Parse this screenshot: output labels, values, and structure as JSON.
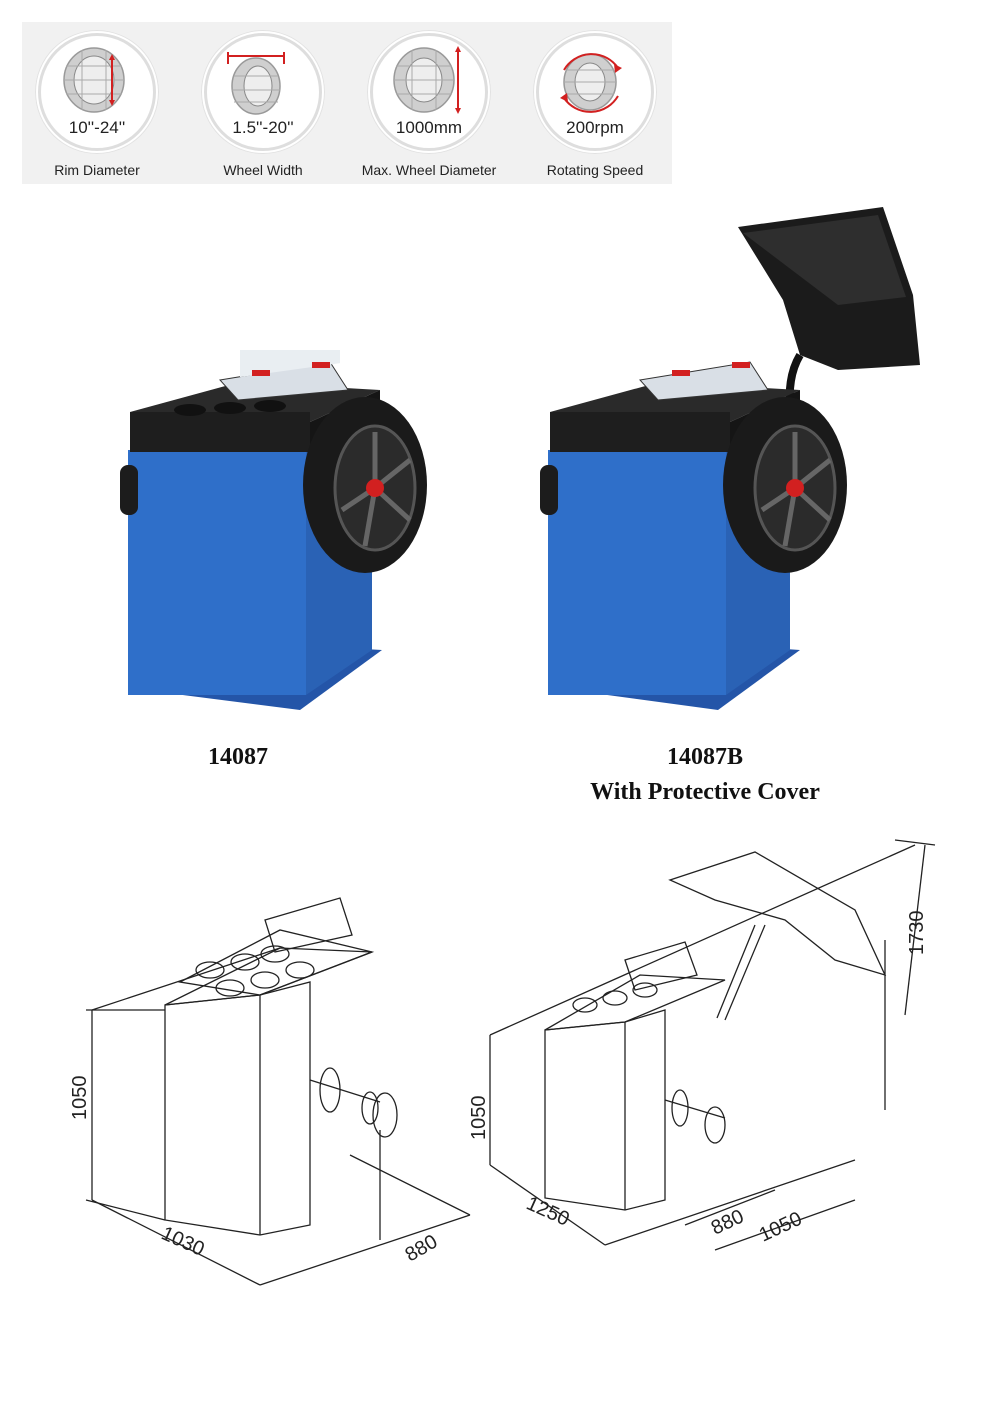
{
  "specs": [
    {
      "value": "10''-24''",
      "label": "Rim Diameter",
      "icon": "rim-diameter-icon"
    },
    {
      "value": "1.5''-20''",
      "label": "Wheel Width",
      "icon": "wheel-width-icon"
    },
    {
      "value": "1000mm",
      "label": "Max. Wheel Diameter",
      "icon": "wheel-diameter-icon"
    },
    {
      "value": "200rpm",
      "label": "Rotating Speed",
      "icon": "rotating-speed-icon"
    }
  ],
  "products": [
    {
      "model": "14087",
      "subtitle": ""
    },
    {
      "model": "14087B",
      "subtitle": "With Protective Cover"
    }
  ],
  "drawing_left": {
    "height": "1050",
    "width": "1030",
    "depth": "880"
  },
  "drawing_right": {
    "open_height": "1730",
    "height": "1050",
    "width": "1250",
    "depth": "880",
    "base": "1050"
  },
  "colors": {
    "cabinet_blue": "#2f6fc9",
    "accent_red": "#d22020",
    "panel": "#e9eef2"
  }
}
